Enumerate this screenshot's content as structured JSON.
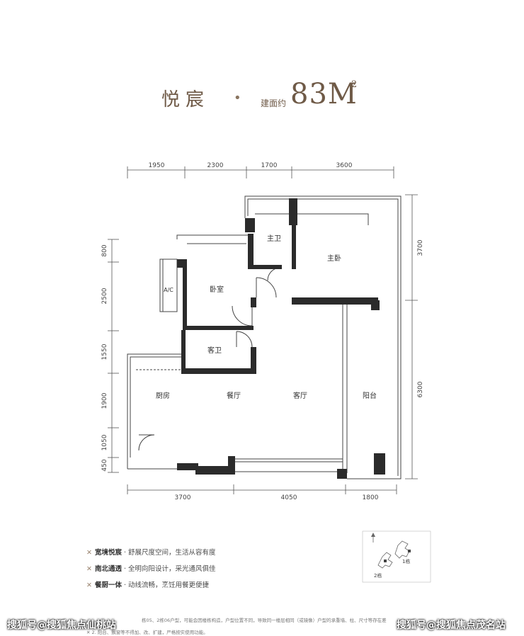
{
  "title": {
    "name": "悦宸",
    "area_prefix": "建面约",
    "area_value": "83M",
    "area_unit_sup": "2"
  },
  "dimensions": {
    "top": [
      "1950",
      "2300",
      "1700",
      "3600"
    ],
    "bottom": [
      "3700",
      "4050",
      "1800"
    ],
    "left": [
      "800",
      "2500",
      "1550",
      "1900",
      "1050",
      "450"
    ],
    "right": [
      "3700",
      "6300"
    ]
  },
  "rooms": {
    "master_bath": "主卫",
    "master_bedroom": "主卧",
    "ac": "A/C",
    "bedroom": "卧室",
    "guest_bath": "客卫",
    "kitchen": "厨房",
    "dining": "餐厅",
    "living": "客厅",
    "balcony": "阳台"
  },
  "site_map": {
    "building_1": "1栋",
    "building_2": "2栋"
  },
  "features": [
    {
      "name": "宽境悦宸",
      "desc": "舒展尺度空间，生活从容有度"
    },
    {
      "name": "南北通透",
      "desc": "全明向阳设计，采光通风俱佳"
    },
    {
      "name": "餐厨一体",
      "desc": "动线流畅，烹饪用餐更便捷"
    }
  ],
  "notes": [
    "栋05、2栋06户型，可能会因楼栋构造，户型位置不同，导致同一楼层相同（或镜像）户型的承重墙、柱、尺寸等存在差",
    "2. 阳台、飘窗等不得加、改、扩建，严格按实使用功能。"
  ],
  "watermarks": {
    "left": "搜狐号@搜狐焦点仙桃站",
    "right": "搜狐号@搜狐焦点茂名站"
  },
  "colors": {
    "wall": "#2b2b2b",
    "line": "#555555",
    "title": "#6f5a47"
  }
}
